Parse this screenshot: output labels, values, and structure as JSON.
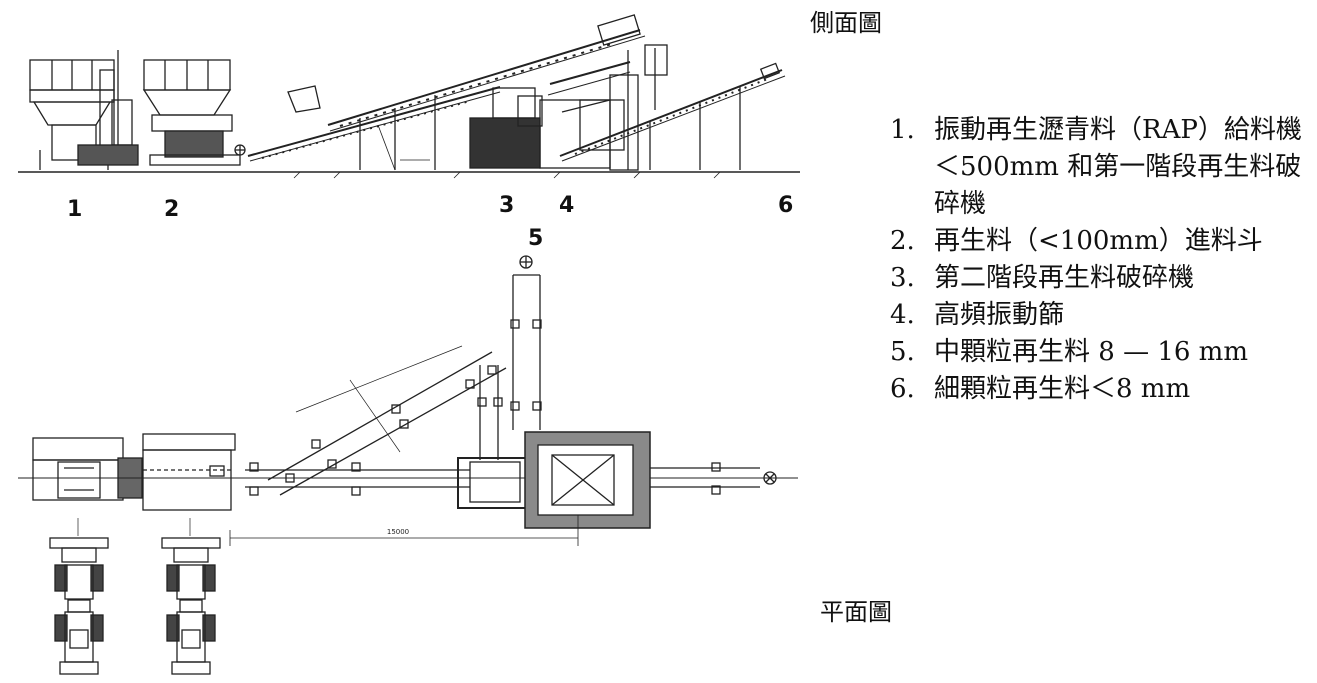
{
  "views": {
    "side": "側面圖",
    "plan": "平面圖"
  },
  "callouts": [
    "1",
    "2",
    "3",
    "4",
    "5",
    "6"
  ],
  "legend": [
    {
      "num": "1.",
      "text": "振動再生瀝青料（RAP）給料機＜500mm 和第一階段再生料破碎機"
    },
    {
      "num": "2.",
      "text": "再生料（<100mm）進料斗"
    },
    {
      "num": "3.",
      "text": "第二階段再生料破碎機"
    },
    {
      "num": "4.",
      "text": "高頻振動篩"
    },
    {
      "num": "5.",
      "text": "中顆粒再生料 8 — 16 mm"
    },
    {
      "num": "6.",
      "text": "細顆粒再生料＜8 mm"
    }
  ],
  "dimension": "15000"
}
